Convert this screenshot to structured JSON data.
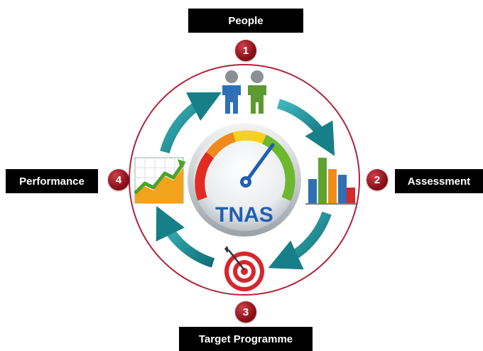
{
  "cycle": {
    "center_label": "TNAS",
    "steps": [
      {
        "number": "1",
        "label": "People",
        "icon": "people-icon"
      },
      {
        "number": "2",
        "label": "Assessment",
        "icon": "bar-chart-icon"
      },
      {
        "number": "3",
        "label": "Target Programme",
        "icon": "target-icon"
      },
      {
        "number": "4",
        "label": "Performance",
        "icon": "growth-chart-icon"
      }
    ]
  },
  "colors": {
    "ring": "#b0223a",
    "arrow": "#1f8f96",
    "badge": "#8e0f18",
    "label_bg": "#000000",
    "label_text": "#ffffff"
  }
}
